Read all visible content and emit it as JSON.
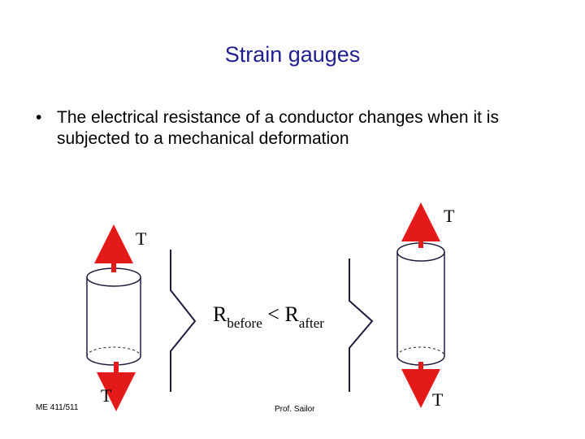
{
  "slide": {
    "title": "Strain gauges",
    "bullets": [
      {
        "marker": "•",
        "text": "The electrical resistance of a conductor changes when it is subjected to a mechanical deformation"
      }
    ]
  },
  "diagram": {
    "tension_label": "T",
    "resistance_letter": "R",
    "before_sub": "before",
    "comparison": " < ",
    "after_sub": "after",
    "arrow_color": "#e41a1a",
    "line_color": "#1c1c3c"
  },
  "footer": {
    "course": "ME 411/511",
    "author": "Prof. Sailor"
  }
}
